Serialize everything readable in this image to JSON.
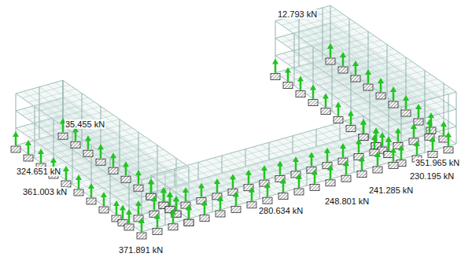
{
  "diagram": {
    "labels": [
      "12.793 kN",
      "35.455 kN",
      "371.891 kN",
      "230.195 kN",
      "241.285 kN",
      "351.965 kN",
      "361.003 kN",
      "324.651 kN",
      "280.634 kN",
      "248.801 kN"
    ]
  }
}
